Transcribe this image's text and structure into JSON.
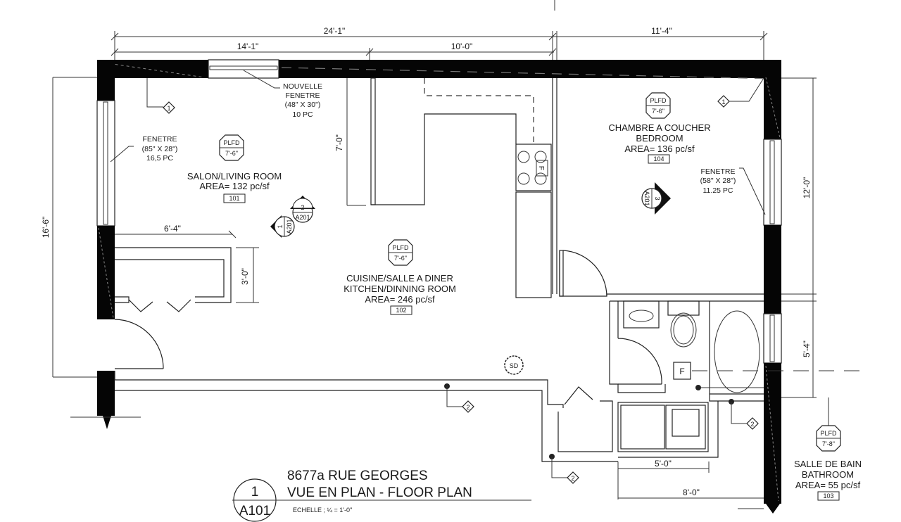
{
  "title_block": {
    "address": "8677a  RUE GEORGES",
    "view_title": "VUE EN PLAN - FLOOR PLAN",
    "scale": "ECHELLE ; ¼ = 1'-0\"",
    "view_number": "1",
    "sheet_number": "A101"
  },
  "dimensions": {
    "overall_top_left": "24'-1\"",
    "top_segment_1": "14'-1\"",
    "top_segment_2": "10'-0\"",
    "top_right": "11'-4\"",
    "left_overall": "16'-6\"",
    "kitchen_counter_depth": "7'-0\"",
    "closet_width": "6'-4\"",
    "closet_depth": "3'-0\"",
    "right_upper": "12'-0\"",
    "right_lower": "5'-4\"",
    "bath_5ft": "5'-0\"",
    "bath_8ft": "8'-0\""
  },
  "rooms": [
    {
      "name_fr": "SALON/LIVING ROOM",
      "name_en": "",
      "area": "AREA= 132 pc/sf",
      "number": "101",
      "ceiling_label": "PLFD",
      "ceiling_height": "7'-6\""
    },
    {
      "name_fr": "CUISINE/SALLE A DINER",
      "name_en": "KITCHEN/DINNING ROOM",
      "area": "AREA= 246 pc/sf",
      "number": "102",
      "ceiling_label": "PLFD",
      "ceiling_height": "7'-6\""
    },
    {
      "name_fr": "SALLE DE BAIN",
      "name_en": "BATHROOM",
      "area": "AREA= 55 pc/sf",
      "number": "103",
      "ceiling_label": "PLFD",
      "ceiling_height": "7'-8\""
    },
    {
      "name_fr": "CHAMBRE A COUCHER",
      "name_en": "BEDROOM",
      "area": "AREA= 136 pc/sf",
      "number": "104",
      "ceiling_label": "PLFD",
      "ceiling_height": "7'-6\""
    }
  ],
  "windows": [
    {
      "line1": "NOUVELLE",
      "line2": "FENETRE",
      "size": "(48\" X 30\")",
      "area": "10 PC"
    },
    {
      "line1": "FENETRE",
      "size": "(85\" X 28\")",
      "area": "16,5 PC"
    },
    {
      "line1": "FENETRE",
      "size": "(58\" X 28\")",
      "area": "11.25 PC"
    }
  ],
  "tags": {
    "keynote_1": "1",
    "keynote_2": "2",
    "fridge": "F",
    "fridge_kitchen": "F",
    "smoke_detector": "SD",
    "section_1": "1",
    "section_2": "2",
    "section_3": "3",
    "section_sheet": "A201"
  }
}
